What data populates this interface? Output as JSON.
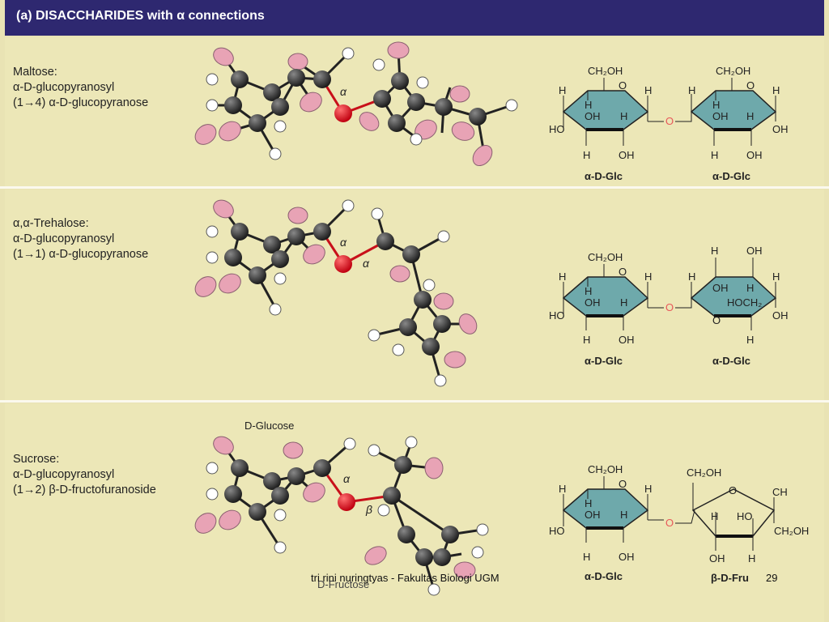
{
  "header": {
    "title": "(a) DISACCHARIDES with α connections"
  },
  "rows": [
    {
      "label_lines": [
        "Maltose:",
        "α-D-glucopyranosyl",
        "(1→4) α-D-glucopyranose"
      ],
      "bond_labels": [
        "α"
      ],
      "left_ring": {
        "top": "CH₂OH",
        "o": "O",
        "h1": "H",
        "h2": "H",
        "h3": "H",
        "oh1": "OH",
        "h4": "H",
        "ho": "HO",
        "h5": "H",
        "oh2": "OH",
        "name": "α-D-Glc"
      },
      "link_o": "O",
      "right_ring": {
        "top": "CH₂OH",
        "o": "O",
        "h1": "H",
        "h2": "H",
        "h3": "H",
        "oh1": "OH",
        "h4": "H",
        "oh3": "OH",
        "h5": "H",
        "oh2": "OH",
        "name": "α-D-Glc"
      }
    },
    {
      "label_lines": [
        "α,α-Trehalose:",
        "α-D-glucopyranosyl",
        "(1→1) α-D-glucopyranose"
      ],
      "bond_labels": [
        "α",
        "α"
      ],
      "left_ring": {
        "top": "CH₂OH",
        "o": "O",
        "h1": "H",
        "h2": "H",
        "h3": "H",
        "oh1": "OH",
        "h4": "H",
        "ho": "HO",
        "h5": "H",
        "oh2": "OH",
        "name": "α-D-Glc"
      },
      "link_o": "O",
      "right_ring": {
        "top_h": "H",
        "top_oh": "OH",
        "h1": "H",
        "h2": "H",
        "oh1": "OH",
        "h3": "H",
        "hoch2": "HOCH₂",
        "o": "O",
        "oh3": "OH",
        "h5": "H",
        "name": "α-D-Glc"
      }
    },
    {
      "label_lines": [
        "Sucrose:",
        "α-D-glucopyranosyl",
        "(1→2) β-D-fructofuranoside"
      ],
      "bond_labels": [
        "α",
        "β"
      ],
      "top_caption": "D-Glucose",
      "bottom_caption": "D-Fructose",
      "left_ring": {
        "top": "CH₂OH",
        "o": "O",
        "h1": "H",
        "h2": "H",
        "h3": "H",
        "oh1": "OH",
        "h4": "H",
        "ho": "HO",
        "h5": "H",
        "oh2": "OH",
        "name": "α-D-Glc"
      },
      "link_o": "O",
      "right_ring": {
        "ch2oh_top": "CH₂OH",
        "o": "O",
        "ch": "CH",
        "h1": "H",
        "ho": "HO",
        "ch2oh_right": "CH₂OH",
        "oh": "OH",
        "h2": "H",
        "name": "β-D-Fru"
      }
    }
  ],
  "footer": {
    "text": "tri rini nuringtyas - Fakultas Biologi UGM",
    "page": "29"
  },
  "colors": {
    "header": "#2e2870",
    "panel": "#ece7b7",
    "ring_fill": "#6ea9ab",
    "carbon": "#2a2a2a",
    "oxygen_atom": "#e0101a",
    "oxygen_ellipse": "#e8a3b5",
    "hydrogen": "#ffffff",
    "link_oxygen": "#e8585a"
  }
}
